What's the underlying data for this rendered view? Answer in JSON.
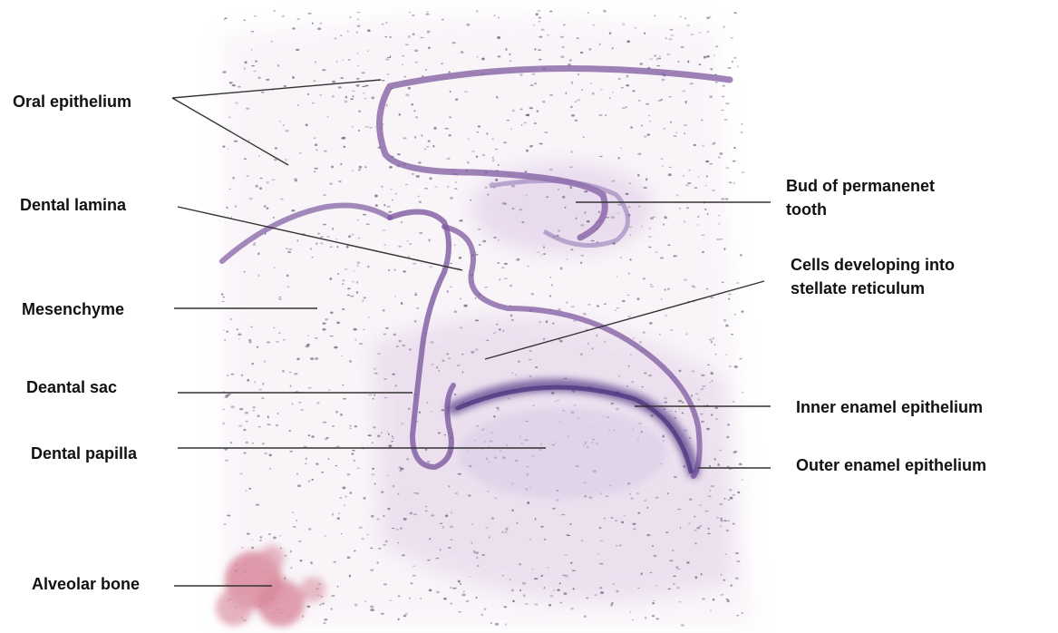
{
  "labels": {
    "oral_epithelium": "Oral epithelium",
    "dental_lamina": "Dental lamina",
    "mesenchyme": "Mesenchyme",
    "dental_sac": "Deantal sac",
    "dental_papilla": "Dental papilla",
    "alveolar_bone": "Alveolar bone",
    "bud_permanent_line1": "Bud of permanenet",
    "bud_permanent_line2": "tooth",
    "stellate_line1": "Cells developing into",
    "stellate_line2": "stellate reticulum",
    "inner_enamel": "Inner enamel epithelium",
    "outer_enamel": "Outer enamel epithelium"
  },
  "colors": {
    "epithelium": "#7d5aa0",
    "tissue_tint": "#f1e6f1",
    "papilla_tint": "#e2d6ea",
    "nuclei": "#5b4f6a",
    "bone": "#d98a9c",
    "leader_line": "#333333"
  }
}
